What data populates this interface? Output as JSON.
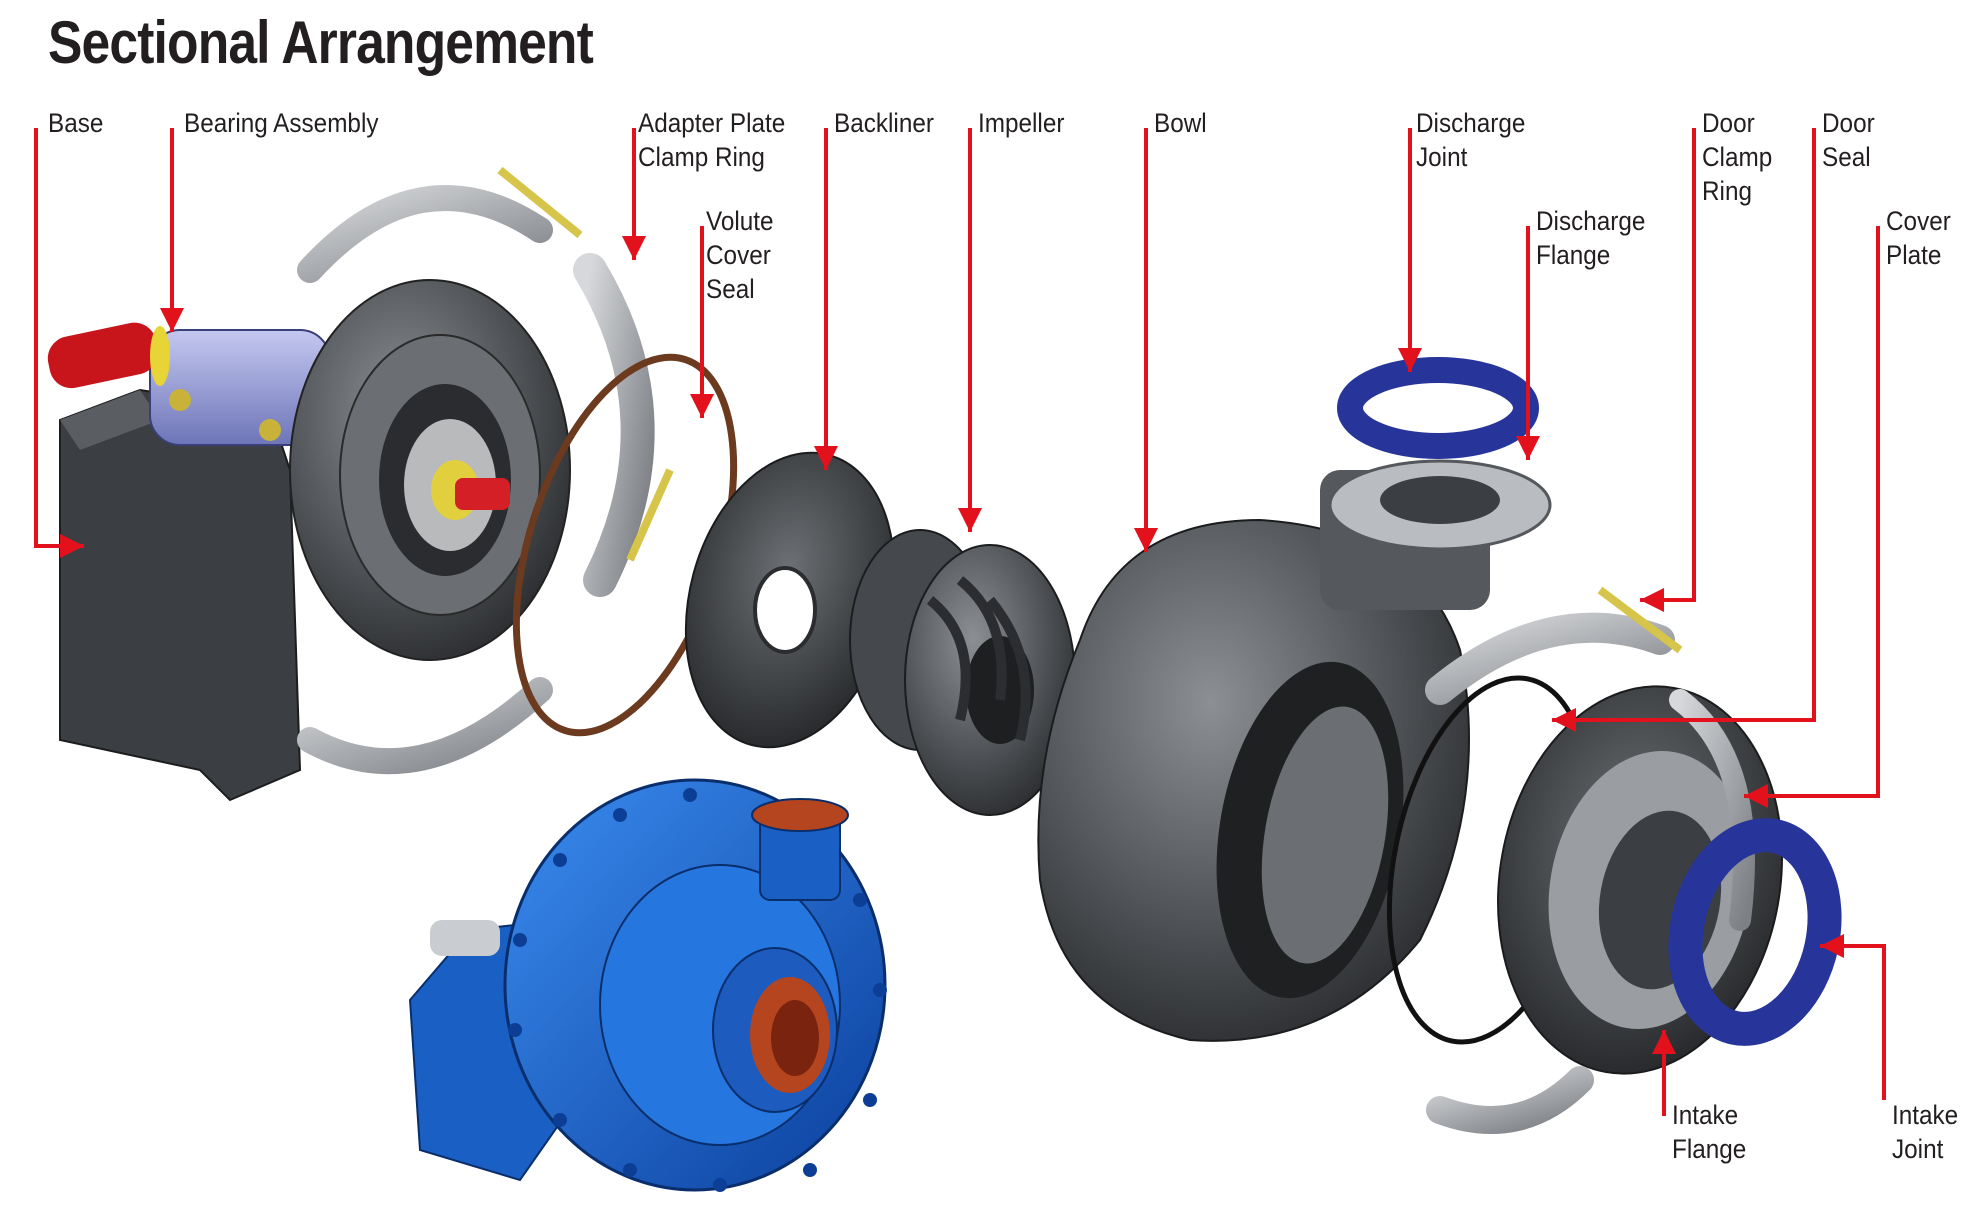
{
  "title": "Sectional Arrangement",
  "colors": {
    "leader": "#e3111b",
    "casing": "#505357",
    "bearing": "#9aa0dc",
    "shaft": "#d41f26",
    "joint": "#27359a",
    "pump_body": "#1f6fd6",
    "text": "#231f20"
  },
  "labels": {
    "base": "Base",
    "bearing_assembly": "Bearing Assembly",
    "adapter_plate_clamp_ring": "Adapter Plate\nClamp Ring",
    "volute_cover_seal": "Volute\nCover\nSeal",
    "backliner": "Backliner",
    "impeller": "Impeller",
    "bowl": "Bowl",
    "discharge_joint": "Discharge\nJoint",
    "discharge_flange": "Discharge\nFlange",
    "door_clamp_ring": "Door\nClamp\nRing",
    "door_seal": "Door\nSeal",
    "cover_plate": "Cover\nPlate",
    "intake_flange": "Intake\nFlange",
    "intake_joint": "Intake\nJoint"
  },
  "parts": [
    "base-bearing-assembly",
    "adapter-plate-clamp-ring",
    "volute-cover-seal",
    "backliner",
    "impeller",
    "bowl",
    "discharge-joint",
    "discharge-flange",
    "door-clamp-ring",
    "door-seal",
    "cover-plate",
    "intake-flange",
    "intake-joint",
    "assembled-pump"
  ]
}
